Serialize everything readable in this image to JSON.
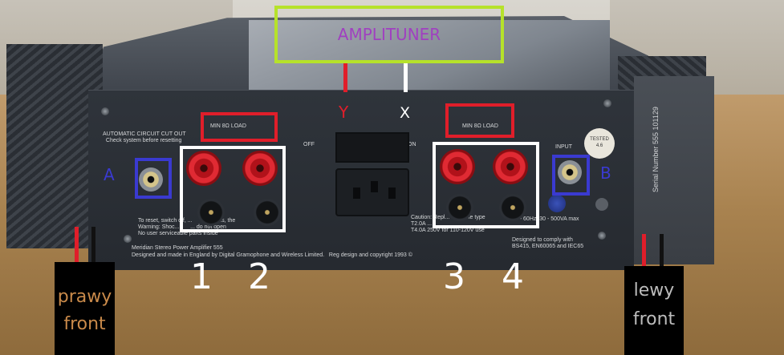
{
  "annotation": {
    "title": "AMPLITUNER",
    "channel_y": "Y",
    "channel_x": "X",
    "input_a": "A",
    "input_b": "B",
    "terminal_numbers": [
      "1",
      "2",
      "3",
      "4"
    ],
    "left_cable": {
      "line1": "prawy",
      "line2": "front"
    },
    "right_cable": {
      "line1": "lewy",
      "line2": "front"
    }
  },
  "panel_text": {
    "auto_cutout": "AUTOMATIC CIRCUIT CUT OUT\n  Check system before resetting",
    "min_load_left": "MIN 8Ω LOAD",
    "min_load_right": "MIN 8Ω LOAD",
    "off": "OFF",
    "on": "ON",
    "input": "INPUT",
    "tested": "TESTED\n4.6",
    "reset_note": "To reset, switch off, ...           mbols, the\nWarning: Shoc...       ... do not open\nNo user serviceable parts inside",
    "maker_line1": "Meridian Stereo Power Amplifier 555",
    "maker_line2": "Designed and made in England by Digital Gramophone and Wireless Limited.   Reg design and copyright 1993 ©",
    "fuse_note": "Caution: Repl...           ne type\nT2.0A ...\nT4.0A 250V for 110-120V use",
    "voltage": "~ 50 - 60Hz  30 - 500VA max",
    "compliance": "Designed to comply with\nBS415, EN60065 and IEC65",
    "serial": "Serial Number  555  101129"
  },
  "colors": {
    "title_frame": "#b6e22a",
    "title_text": "#a040c0",
    "red_marker": "#e01e2a",
    "white_marker": "#ffffff",
    "blue_marker": "#3a3ad0",
    "left_cable_text": "#c98a4a",
    "right_cable_text": "#bcbcbc"
  }
}
